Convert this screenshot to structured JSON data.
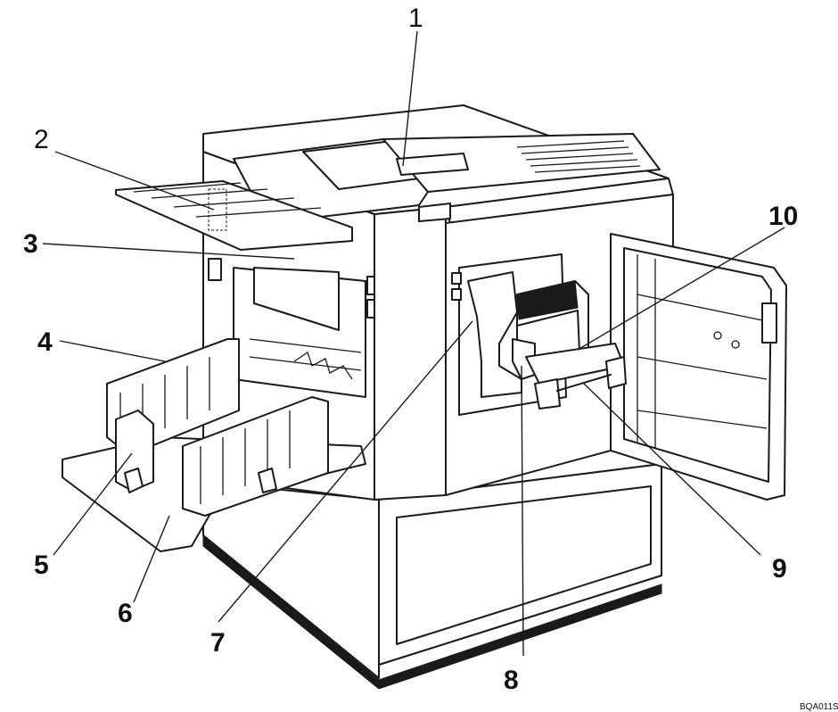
{
  "colors": {
    "line": "#1a1a1a",
    "background": "#ffffff",
    "shadow": "#1a1a1a"
  },
  "callouts": [
    {
      "id": "1",
      "label": "1"
    },
    {
      "id": "2",
      "label": "2"
    },
    {
      "id": "3",
      "label": "3"
    },
    {
      "id": "4",
      "label": "4"
    },
    {
      "id": "5",
      "label": "5"
    },
    {
      "id": "6",
      "label": "6"
    },
    {
      "id": "7",
      "label": "7"
    },
    {
      "id": "8",
      "label": "8"
    },
    {
      "id": "9",
      "label": "9"
    },
    {
      "id": "10",
      "label": "10"
    }
  ],
  "figure_code": "BQA011S"
}
